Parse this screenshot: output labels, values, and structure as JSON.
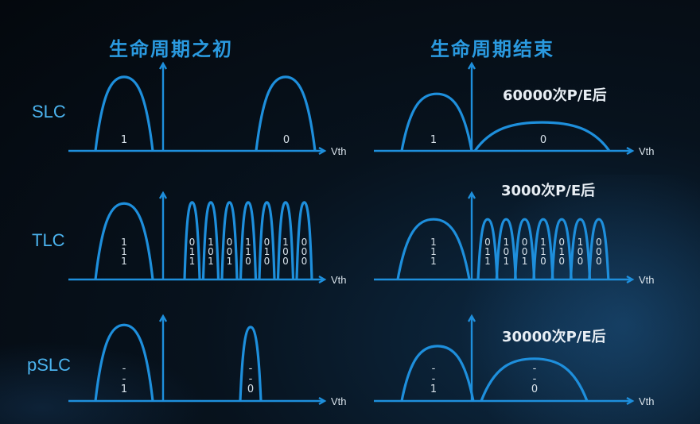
{
  "headings": {
    "left": "生命周期之初",
    "right": "生命周期结束"
  },
  "rows": {
    "slc": {
      "label": "SLC",
      "cycles": "60000次P/E后"
    },
    "tlc": {
      "label": "TLC",
      "cycles": "3000次P/E后"
    },
    "pslc": {
      "label": "pSLC",
      "cycles": "30000次P/E后"
    }
  },
  "axis_label": "Vth",
  "states": {
    "slc": [
      "1",
      "0"
    ],
    "tlc": [
      [
        "1",
        "1",
        "1"
      ],
      [
        "0",
        "1",
        "1"
      ],
      [
        "1",
        "0",
        "1"
      ],
      [
        "0",
        "0",
        "1"
      ],
      [
        "1",
        "1",
        "0"
      ],
      [
        "0",
        "1",
        "0"
      ],
      [
        "1",
        "0",
        "0"
      ],
      [
        "0",
        "0",
        "0"
      ]
    ],
    "pslc": [
      [
        "-",
        "-",
        "1"
      ],
      [
        "-",
        "-",
        "0"
      ]
    ]
  },
  "colors": {
    "curve": "#1e8fdc",
    "heading": "#2a9ae0",
    "label": "#4bb3ee",
    "text": "#d8e2ea",
    "background": "#04080d"
  }
}
